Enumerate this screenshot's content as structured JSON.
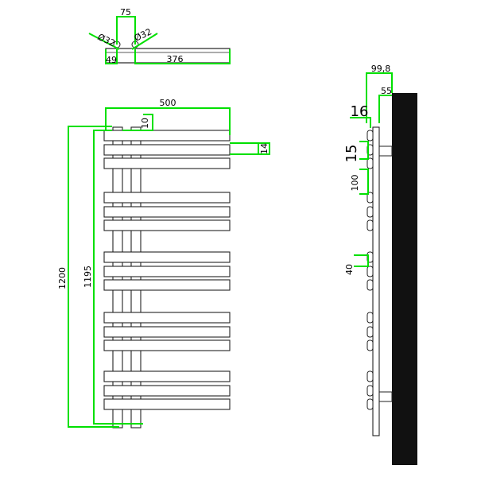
{
  "colors": {
    "dimension": "#00e000",
    "outline": "#222222",
    "wall": "#111111",
    "background": "#ffffff"
  },
  "top_view": {
    "width_label": "75",
    "left_pipe_label": "Ø32",
    "right_pipe_label": "Ø32",
    "left_offset_label": "49",
    "bar_length_label": "376"
  },
  "front_view": {
    "total_width_label": "500",
    "column_gap_label": "10",
    "bar_thickness_label": "14",
    "total_height_label": "1200",
    "column_height_label": "1195"
  },
  "side_view": {
    "total_depth_label": "99,8",
    "wall_offset_label": "55",
    "top_gap_label": "16",
    "bar_depth_label": "15",
    "bar_pitch_label": "100",
    "group_gap_label": "40"
  }
}
